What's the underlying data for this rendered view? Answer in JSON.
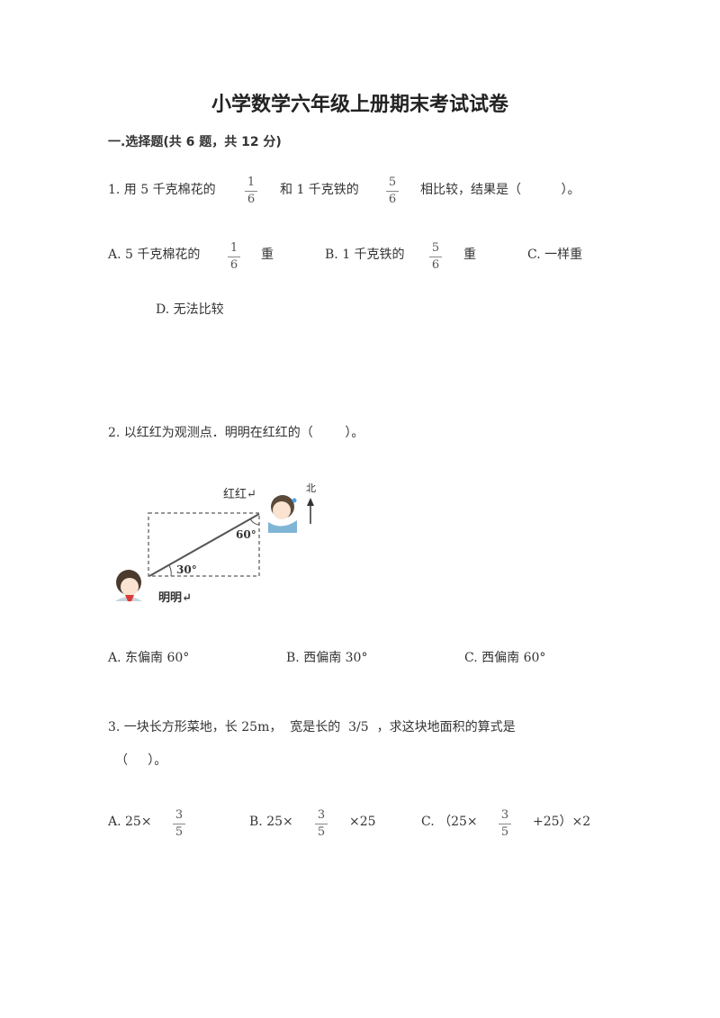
{
  "title": "小学数学六年级上册期末考试试卷",
  "section": "一.选择题(共 6 题，共 12 分)",
  "q1": {
    "part1": "1. 用 5 千克棉花的",
    "frac1": {
      "n": "1",
      "d": "6"
    },
    "part2": "和 1 千克铁的",
    "frac2": {
      "n": "5",
      "d": "6"
    },
    "part3": "相比较，结果是（          ）。",
    "options": {
      "a_text": "A. 5 千克棉花的",
      "a_frac": {
        "n": "1",
        "d": "6"
      },
      "a_suffix": "重",
      "b_text": "B. 1 千克铁的",
      "b_frac": {
        "n": "5",
        "d": "6"
      },
      "b_suffix": "重",
      "c_text": "C. 一样重",
      "d_text": "D. 无法比较"
    }
  },
  "q2": {
    "text": "2. 以红红为观测点．明明在红红的（        ）。",
    "figure": {
      "label_honghong": "红红↵",
      "label_mingming": "明明↵",
      "north": "北",
      "angle1": "60°",
      "angle2": "30°"
    },
    "options": [
      "A. 东偏南 60°",
      "B. 西偏南 30°",
      "C. 西偏南 60°"
    ]
  },
  "q3": {
    "text": "3. 一块长方形菜地，长 25m，  宽是长的  3/5  ，求这块地面积的算式是",
    "text2": "（     ）。",
    "options": {
      "a_text": "A. 25×",
      "a_frac": {
        "n": "3",
        "d": "5"
      },
      "b_text": "B. 25×",
      "b_frac": {
        "n": "3",
        "d": "5"
      },
      "b_suffix": "×25",
      "c_text": "C. （25×",
      "c_frac": {
        "n": "3",
        "d": "5"
      },
      "c_suffix": "+25）×2"
    }
  }
}
